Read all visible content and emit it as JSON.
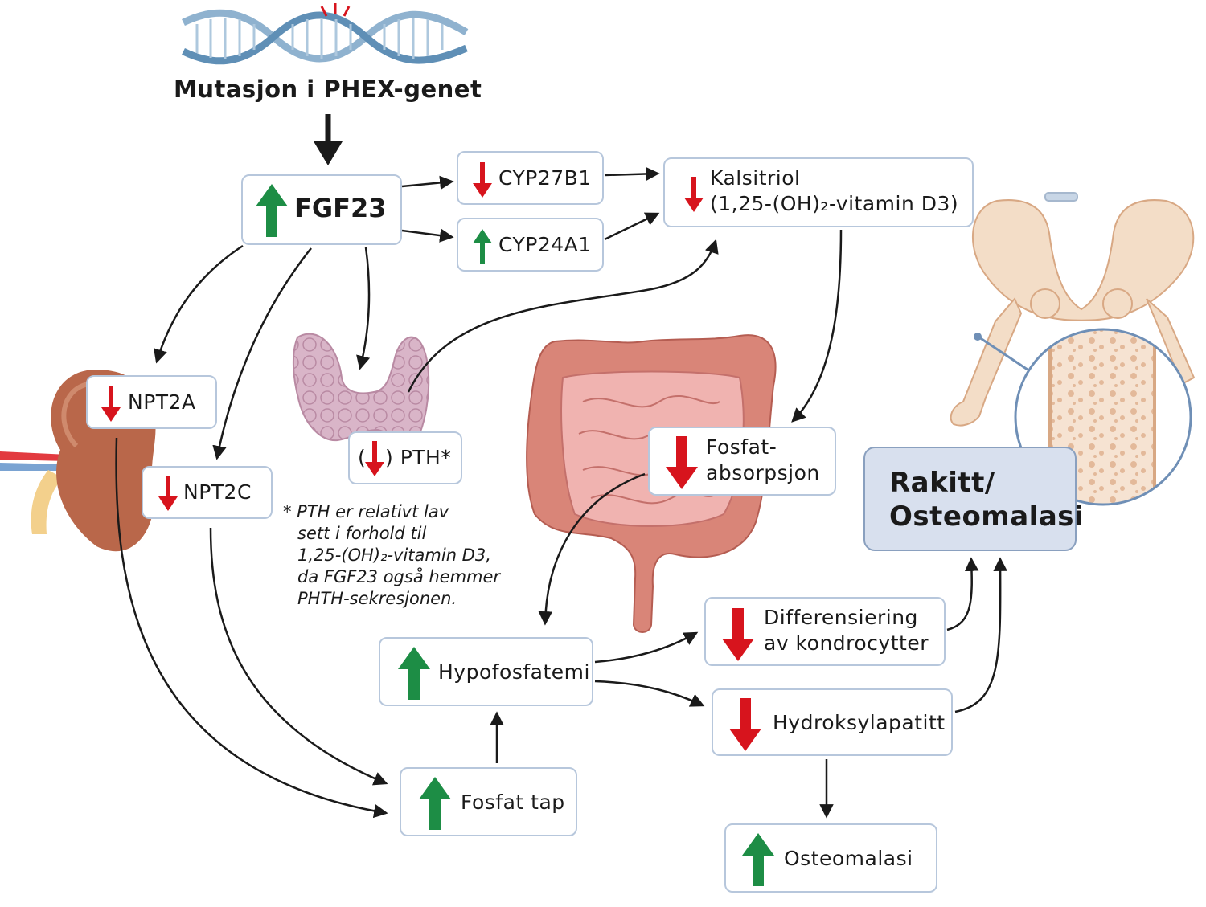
{
  "title": "Mutasjon i PHEX-genet",
  "colors": {
    "up": "#1d8d45",
    "down": "#d7141d",
    "border": "#b7c7dc",
    "highlight": "#d8e0ee",
    "arrow": "#1a1a1a"
  },
  "nodes": {
    "fgf23": {
      "label": "FGF23",
      "arrow": "up"
    },
    "cyp27b1": {
      "label": "CYP27B1",
      "arrow": "down"
    },
    "cyp24a1": {
      "label": "CYP24A1",
      "arrow": "up"
    },
    "kalsitriol": {
      "line1": "Kalsitriol",
      "line2": "(1,25-(OH)₂-vitamin D3)",
      "arrow": "down"
    },
    "npt2a": {
      "label": "NPT2A",
      "arrow": "down"
    },
    "npt2c": {
      "label": "NPT2C",
      "arrow": "down"
    },
    "pth": {
      "prefix": "(",
      "suffix": ") PTH*",
      "arrow": "down"
    },
    "fosfat_absorpsjon": {
      "line1": "Fosfat-",
      "line2": "absorpsjon",
      "arrow": "down"
    },
    "hypofosfatemi": {
      "label": "Hypofosfatemi",
      "arrow": "up"
    },
    "fosfat_tap": {
      "label": "Fosfat tap",
      "arrow": "up"
    },
    "differensiering": {
      "line1": "Differensiering",
      "line2": "av kondrocytter",
      "arrow": "down"
    },
    "hydroksylapatitt": {
      "label": "Hydroksylapatitt",
      "arrow": "down"
    },
    "osteomalasi": {
      "label": "Osteomalasi",
      "arrow": "up"
    },
    "rakitt": {
      "line1": "Rakitt/",
      "line2": "Osteomalasi"
    }
  },
  "footnote": [
    "* PTH er relativt lav",
    "sett i forhold til",
    "1,25-(OH)₂-vitamin D3,",
    "da FGF23 også hemmer",
    "PHTH-sekresjonen."
  ],
  "icons": [
    "dna-icon",
    "kidney-icon",
    "thyroid-icon",
    "intestine-icon",
    "pelvis-icon",
    "bone-magnifier-icon"
  ]
}
